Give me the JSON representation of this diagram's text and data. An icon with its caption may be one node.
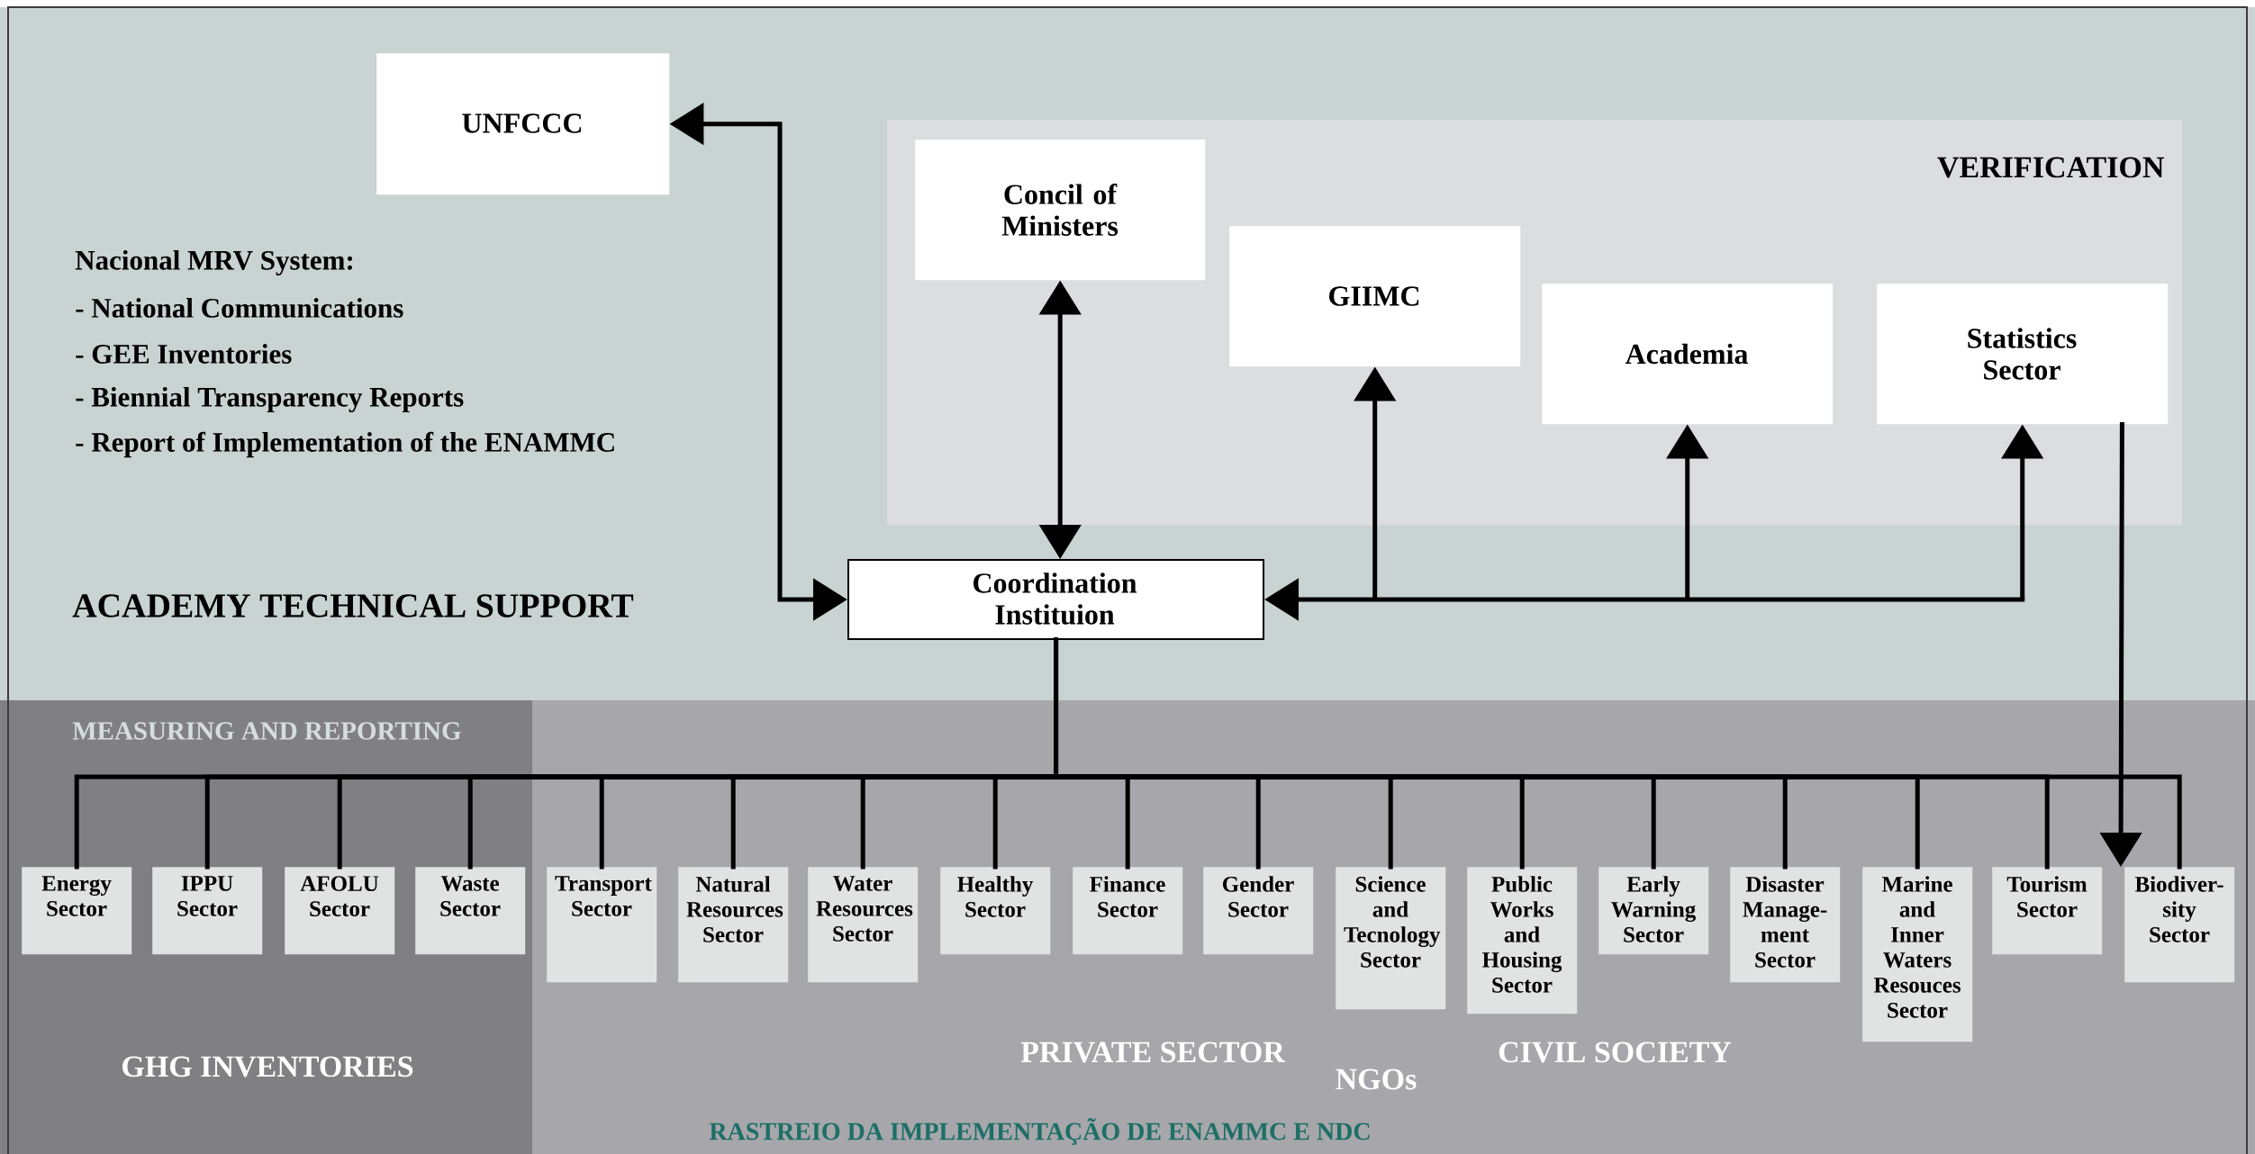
{
  "diagram": {
    "nodes": [
      {
        "text": [
          "UNFCCC"
        ]
      },
      {
        "text": [
          "VERIFICATION"
        ]
      },
      {
        "text": [
          "Concil of Ministers"
        ],
        "in": 1
      },
      {
        "text": [
          "GIIMC"
        ],
        "in": 1
      },
      {
        "text": [
          "Academia"
        ],
        "in": 1
      },
      {
        "text": [
          "Statistics Sector"
        ],
        "in": 1
      },
      {
        "text": [
          "Coordination Instituion"
        ]
      },
      {
        "text": [
          "Energy Sector"
        ]
      },
      {
        "text": [
          "IPPU Sector"
        ]
      },
      {
        "text": [
          "AFOLU Sector"
        ]
      },
      {
        "text": [
          "Waste Sector"
        ]
      },
      {
        "text": [
          "Transport Sector"
        ]
      },
      {
        "text": [
          "Natural Resources Sector"
        ]
      },
      {
        "text": [
          "Water Resources Sector"
        ]
      },
      {
        "text": [
          "Healthy Sector"
        ]
      },
      {
        "text": [
          "Finance Sector"
        ]
      },
      {
        "text": [
          "Gender Sector"
        ]
      },
      {
        "text": [
          "Science and Tecnology Sector"
        ]
      },
      {
        "text": [
          "Public Works and Housing Sector"
        ]
      },
      {
        "text": [
          "Early Warning Sector"
        ]
      },
      {
        "text": [
          "Disaster Manage- ment Sector"
        ]
      },
      {
        "text": [
          "Marine and Inner Waters Resouces Sector"
        ]
      },
      {
        "text": [
          "Tourism Sector"
        ]
      },
      {
        "text": [
          "Biodiver- sity Sector"
        ]
      }
    ],
    "edges": [
      {
        "from": 6,
        "to": 0,
        "arrow": "both"
      },
      {
        "from": 6,
        "to": 2,
        "arrow": "both"
      },
      {
        "from": 6,
        "to": 3,
        "arrow": "both"
      },
      {
        "from": 6,
        "to": 4,
        "arrow": "both"
      },
      {
        "from": 6,
        "to": 5,
        "arrow": "both"
      },
      {
        "from": 6,
        "to": 7,
        "arrow": "none"
      },
      {
        "from": 6,
        "to": 8,
        "arrow": "none"
      },
      {
        "from": 6,
        "to": 9,
        "arrow": "none"
      },
      {
        "from": 6,
        "to": 10,
        "arrow": "none"
      },
      {
        "from": 6,
        "to": 11,
        "arrow": "none"
      },
      {
        "from": 6,
        "to": 12,
        "arrow": "none"
      },
      {
        "from": 6,
        "to": 13,
        "arrow": "none"
      },
      {
        "from": 6,
        "to": 14,
        "arrow": "none"
      },
      {
        "from": 6,
        "to": 15,
        "arrow": "none"
      },
      {
        "from": 6,
        "to": 16,
        "arrow": "none"
      },
      {
        "from": 6,
        "to": 17,
        "arrow": "none"
      },
      {
        "from": 6,
        "to": 18,
        "arrow": "none"
      },
      {
        "from": 6,
        "to": 19,
        "arrow": "none"
      },
      {
        "from": 6,
        "to": 20,
        "arrow": "none"
      },
      {
        "from": 6,
        "to": 21,
        "arrow": "none"
      },
      {
        "from": 6,
        "to": 22,
        "arrow": "none"
      },
      {
        "from": 6,
        "to": 23,
        "arrow": "none"
      },
      {
        "from": 5,
        "to": 23,
        "arrow": "to"
      }
    ],
    "labels": [
      "Nacional MRV System:",
      "- National Communications",
      "- GEE Inventories",
      "- Biennial Transparency Reports",
      "- Report of Implementation of the ENAMMC",
      "ACADEMY TECHNICAL SUPPORT",
      "MEASURING AND REPORTING",
      "GHG INVENTORIES",
      "PRIVATE SECTOR",
      "NGOs",
      "CIVIL SOCIETY",
      "RASTREIO DA IMPLEMENTAÇÃO DE ENAMMC E NDC"
    ]
  }
}
